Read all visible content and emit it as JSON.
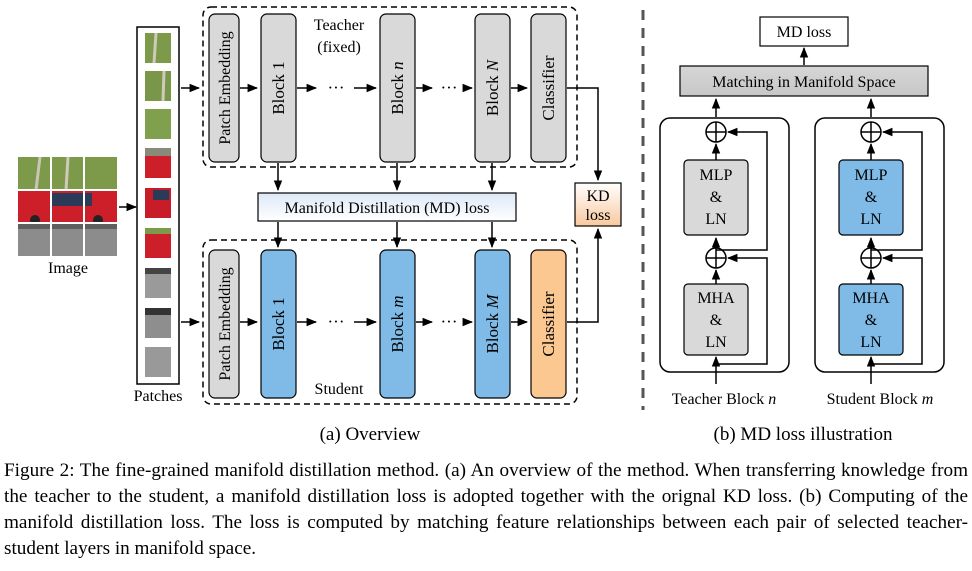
{
  "overview": {
    "image_label": "Image",
    "patches_label": "Patches",
    "teacher_label_1": "Teacher",
    "teacher_label_2": "(fixed)",
    "student_label": "Student",
    "patch_embedding": "Patch Embedding",
    "teacher_blocks": {
      "b1": "Block 1",
      "bn_prefix": "Block ",
      "bn_var": "n",
      "bN_prefix": "Block ",
      "bN_var": "N"
    },
    "student_blocks": {
      "b1": "Block 1",
      "bm_prefix": "Block ",
      "bm_var": "m",
      "bM_prefix": "Block ",
      "bM_var": "M"
    },
    "classifier": "Classifier",
    "ellipsis": "···",
    "md_loss_bar": "Manifold Distillation (MD) loss",
    "kd_loss_1": "KD",
    "kd_loss_2": "loss",
    "subcaption": "(a)  Overview"
  },
  "md_illustration": {
    "md_loss": "MD loss",
    "matching": "Matching in Manifold Space",
    "mlp_1": "MLP",
    "mlp_2": "&",
    "mlp_3": "LN",
    "mha_1": "MHA",
    "mha_2": "&",
    "mha_3": "LN",
    "teacher_block_prefix": "Teacher Block ",
    "teacher_block_var": "n",
    "student_block_prefix": "Student Block ",
    "student_block_var": "m",
    "subcaption": "(b)  MD loss illustration"
  },
  "caption": "Figure 2: The fine-grained manifold distillation method. (a) An overview of the method. When transferring knowledge from the teacher to the student, a manifold distillation loss is adopted together with the orignal KD loss. (b) Computing of the manifold distillation loss. The loss is computed by matching feature relationships between each pair of selected teacher-student layers in manifold space.",
  "colors": {
    "teacher_block": "#d9d9d9",
    "student_block": "#7fbbe6",
    "student_classifier": "#fbc892",
    "md_bar_top": "#dfe8f6",
    "kd_bottom": "#f9ceaa",
    "grass": "#7d9a4a",
    "car_red": "#cc1f2a",
    "road": "#8c8c8c"
  }
}
